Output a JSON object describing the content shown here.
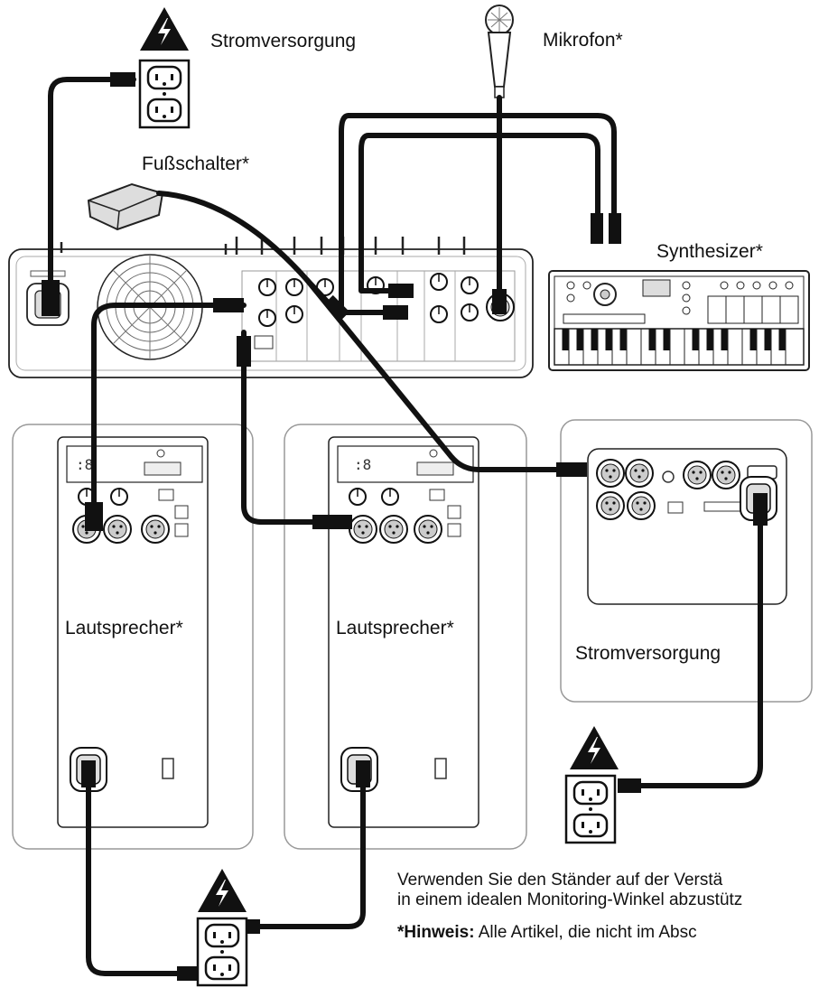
{
  "labels": {
    "power_top": "Stromversorgung",
    "microphone": "Mikrofon*",
    "footswitch": "Fußschalter*",
    "synthesizer": "Synthesizer*",
    "speaker_left": "Lautsprecher*",
    "speaker_middle": "Lautsprecher*",
    "power_right": "Stromversorgung"
  },
  "notes": {
    "stand_line1": "Verwenden Sie den Ständer auf der Verstä",
    "stand_line2": "in einem idealen Monitoring-Winkel abzustütz",
    "hint_bold": "*Hinweis:",
    "hint_text": " Alle Artikel, die nicht im Absc"
  },
  "icons": {
    "hazard": "high-voltage-warning-icon",
    "outlet": "power-outlet-icon"
  }
}
